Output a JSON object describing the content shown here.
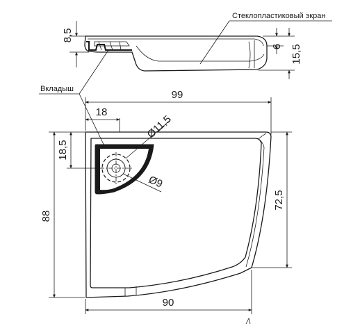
{
  "labels": {
    "screen": "Стеклопластиковый экран",
    "insert": "Вкладыш"
  },
  "dimensions": {
    "side_height": "8,5",
    "side_rim": "6",
    "side_total": "15,5",
    "overall_width": "99",
    "offset_x": "18",
    "drain_outer": "Ø11,5",
    "drain_inner": "Ø9",
    "offset_y": "18,5",
    "overall_height": "88",
    "right_height": "72,5",
    "bottom_width": "90"
  },
  "units_note": "",
  "colors": {
    "line": "#1a1a1a",
    "insert_fill": "#1a1a1a",
    "background": "#ffffff"
  }
}
